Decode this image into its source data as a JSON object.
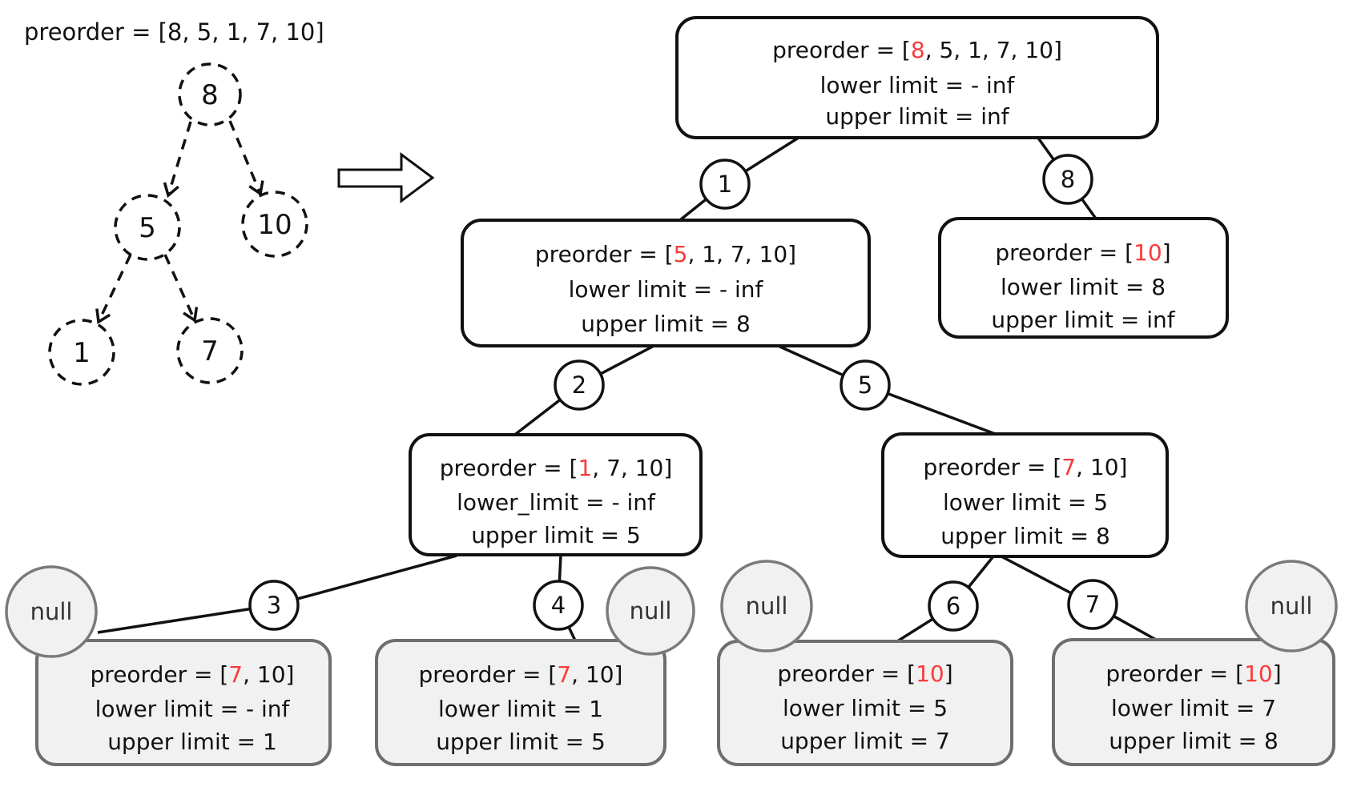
{
  "colors": {
    "red": "#f93b3b",
    "black": "#111111",
    "gray_fill": "#f1f1f1",
    "gray_stroke": "#6e6e6e",
    "null_stroke": "#7a7a7a"
  },
  "mini_tree": {
    "title": "preorder = [8, 5, 1, 7, 10]",
    "nodes": [
      "8",
      "5",
      "10",
      "1",
      "7"
    ]
  },
  "call_tree": {
    "null_label": "null",
    "call_order": [
      "1",
      "8",
      "2",
      "5",
      "3",
      "4",
      "6",
      "7"
    ],
    "boxes": [
      {
        "pre_a": "preorder = [",
        "pre_b": "8",
        "pre_c": ", 5, 1, 7, 10]",
        "lower": "lower limit = - inf",
        "upper": "upper limit = inf"
      },
      {
        "pre_a": "preorder = [",
        "pre_b": "5",
        "pre_c": ", 1, 7, 10]",
        "lower": "lower limit = - inf",
        "upper": "upper limit = 8"
      },
      {
        "pre_a": "preorder = [",
        "pre_b": "10",
        "pre_c": "]",
        "lower": "lower limit = 8",
        "upper": "upper limit = inf"
      },
      {
        "pre_a": "preorder = [",
        "pre_b": "1",
        "pre_c": ", 7, 10]",
        "lower": "lower_limit = - inf",
        "upper": "upper limit = 5"
      },
      {
        "pre_a": "preorder = [",
        "pre_b": "7",
        "pre_c": ", 10]",
        "lower": "lower limit = 5",
        "upper": "upper limit = 8"
      },
      {
        "pre_a": "preorder = [",
        "pre_b": "7",
        "pre_c": ", 10]",
        "lower": "lower limit = - inf",
        "upper": "upper limit = 1"
      },
      {
        "pre_a": "preorder = [",
        "pre_b": "7",
        "pre_c": ", 10]",
        "lower": "lower limit = 1",
        "upper": "upper limit = 5"
      },
      {
        "pre_a": "preorder = [",
        "pre_b": "10",
        "pre_c": "]",
        "lower": "lower limit = 5",
        "upper": "upper limit = 7"
      },
      {
        "pre_a": "preorder = [",
        "pre_b": "10",
        "pre_c": "]",
        "lower": "lower limit = 7",
        "upper": "upper limit = 8"
      }
    ]
  }
}
